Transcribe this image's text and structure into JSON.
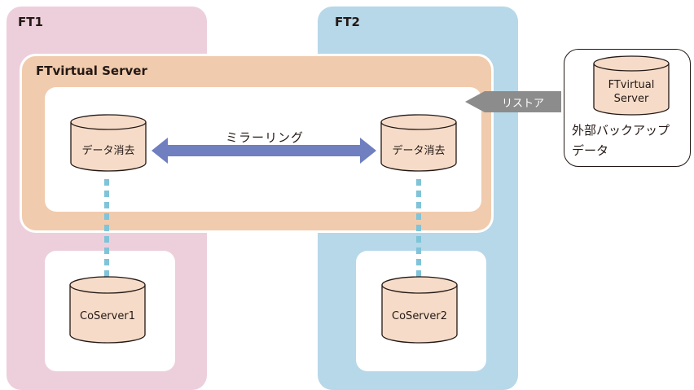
{
  "columns": {
    "ft1": {
      "label": "FT1"
    },
    "ft2": {
      "label": "FT2"
    }
  },
  "ftvirtual": {
    "label": "FTvirtual Server"
  },
  "data_erase": {
    "left_label": "データ消去",
    "right_label": "データ消去"
  },
  "mirroring": {
    "label": "ミラーリング"
  },
  "coservers": {
    "left_label": "CoServer1",
    "right_label": "CoServer2"
  },
  "restore": {
    "label": "リストア"
  },
  "external_backup": {
    "cylinder_line1": "FTvirtual",
    "cylinder_line2": "Server",
    "caption_line1": "外部バックアップ",
    "caption_line2": "データ"
  },
  "colors": {
    "ft1_bg": "#edcfdc",
    "ft2_bg": "#b6d8e9",
    "ftvirtual_bg": "#f1cbad",
    "cylinder_fill": "#f6dcc8",
    "mirror_arrow": "#6f7fc0",
    "restore_arrow": "#8c8c8c",
    "connector": "#7fc4d8"
  }
}
